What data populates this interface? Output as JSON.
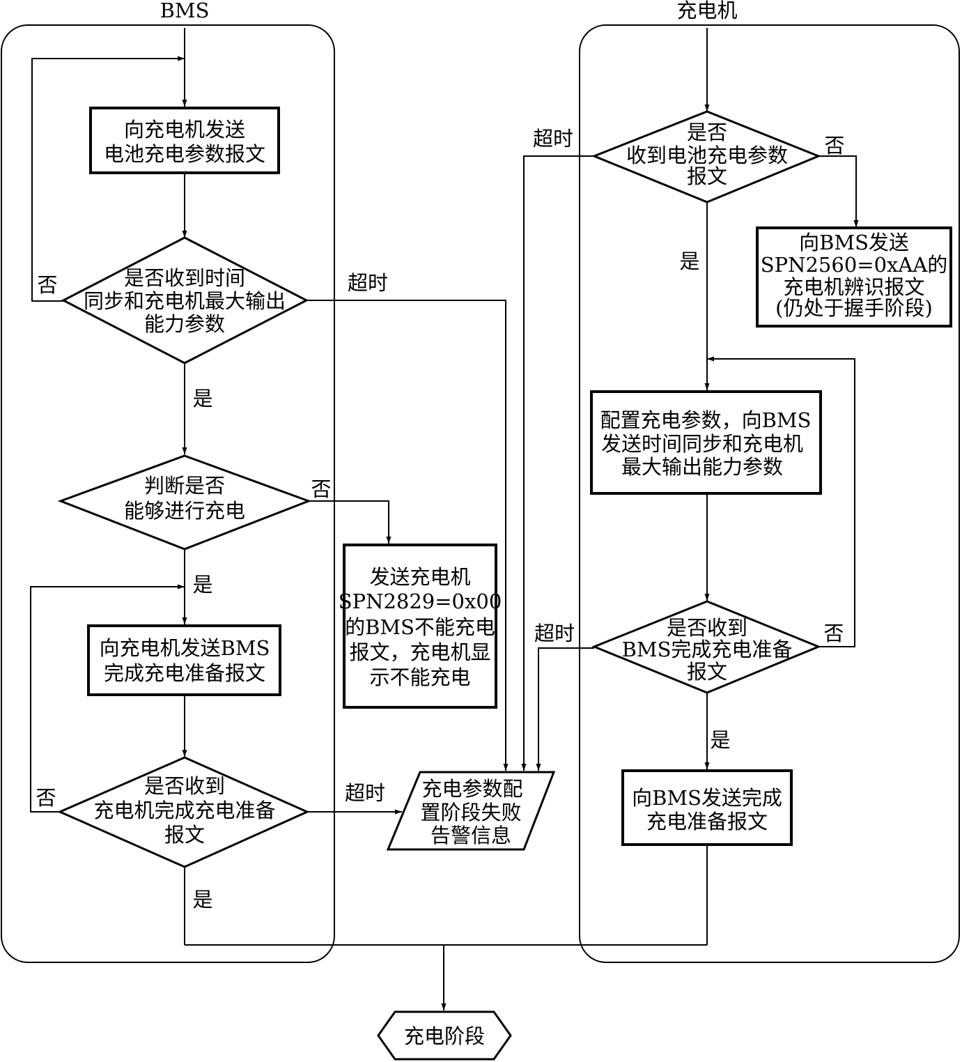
{
  "lanes": {
    "bms": "BMS",
    "charger": "充电机"
  },
  "bms": {
    "send_battery_params": [
      "向充电机发送",
      "电池充电参数报文"
    ],
    "check_time_sync": [
      "是否收到时间",
      "同步和充电机最大输出",
      "能力参数"
    ],
    "check_can_charge": [
      "判断是否",
      "能够进行充电"
    ],
    "send_ready": [
      "向充电机发送BMS",
      "完成充电准备报文"
    ],
    "check_charger_ready": [
      "是否收到",
      "充电机完成充电准备",
      "报文"
    ],
    "cannot_charge_msg": [
      "发送充电机",
      "SPN2829=0x00",
      "的BMS不能充电",
      "报文，充电机显",
      "示不能充电"
    ]
  },
  "charger": {
    "check_battery_params": [
      "是否",
      "收到电池充电参数",
      "报文"
    ],
    "send_identify": [
      "向BMS发送",
      "SPN2560=0xAA的",
      "充电机辨识报文",
      "(仍处于握手阶段)"
    ],
    "config_params": [
      "配置充电参数，向BMS",
      "发送时间同步和充电机",
      "最大输出能力参数"
    ],
    "check_bms_ready": [
      "是否收到",
      "BMS完成充电准备",
      "报文"
    ],
    "send_ready": [
      "向BMS发送完成",
      "充电准备报文"
    ]
  },
  "alarm": [
    "充电参数配",
    "置阶段失败",
    "告警信息"
  ],
  "terminal": "充电阶段",
  "edge_labels": {
    "yes": "是",
    "no": "否",
    "timeout": "超时"
  }
}
